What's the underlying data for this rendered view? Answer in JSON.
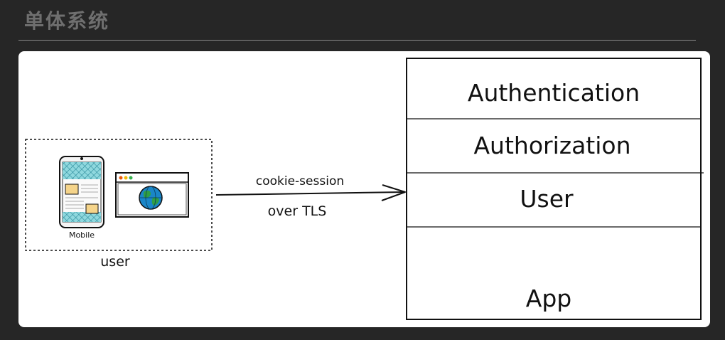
{
  "page": {
    "title": "单体系统"
  },
  "diagram": {
    "user_group": {
      "label": "user",
      "mobile_label": "Mobile"
    },
    "connection": {
      "top_label": "cookie-session",
      "bottom_label": "over TLS"
    },
    "system_layers": [
      "Authentication",
      "Authorization",
      "User",
      "App"
    ]
  },
  "colors": {
    "background": "#262626",
    "canvas": "#ffffff",
    "phone_screen": "#7fd0d8",
    "phone_card": "#f5d48a",
    "globe_water": "#1a86c8",
    "globe_land": "#2f9e44",
    "browser_dot_red": "#e8590c",
    "browser_dot_yellow": "#f2b705",
    "browser_dot_green": "#37b24d"
  }
}
